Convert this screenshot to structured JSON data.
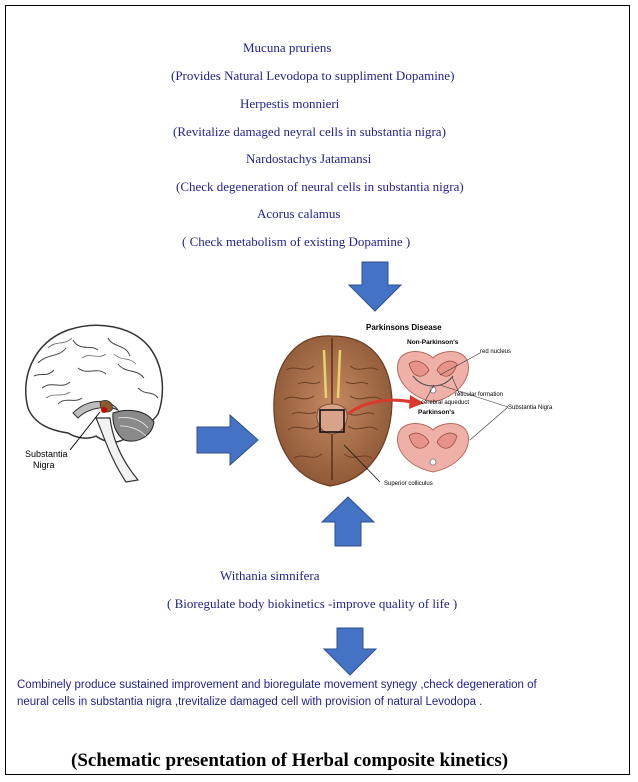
{
  "herbs": [
    {
      "name": "Mucuna pruriens",
      "effect": "(Provides Natural Levodopa to suppliment Dopamine)"
    },
    {
      "name": "Herpestis monnieri",
      "effect": "(Revitalize damaged neyral cells in substantia nigra)"
    },
    {
      "name": "Nardostachys Jatamansi",
      "effect": "(Check degeneration of neural cells in substantia nigra)"
    },
    {
      "name": "Acorus calamus",
      "effect": "( Check metabolism of existing Dopamine )"
    }
  ],
  "withania": {
    "name": "Withania simnifera",
    "effect": "( Bioregulate body biokinetics -improve quality of life )"
  },
  "summary": {
    "line1": "Combinely produce sustained improvement and bioregulate movement synegy ,check degeneration of",
    "line2": "neural cells in substantia nigra ,trevitalize damaged cell with provision of natural Levodopa ."
  },
  "caption": "(Schematic presentation of Herbal composite kinetics)",
  "brain_label": {
    "line1": "Substantia",
    "line2": "Nigra"
  },
  "figure": {
    "title": "Parkinsons Disease",
    "non_parkinsons": "Non-Parkinson's",
    "parkinsons": "Parkinson's",
    "red_nucleus": "red nucleus",
    "reticular": "reticular formation",
    "aqueduct": "cerebral aqueduct",
    "substantia": "Substantia Nigra",
    "superior": "Superior colliculus"
  },
  "colors": {
    "text_blue": "#1f1f8f",
    "arrow_blue": "#4472c4"
  }
}
